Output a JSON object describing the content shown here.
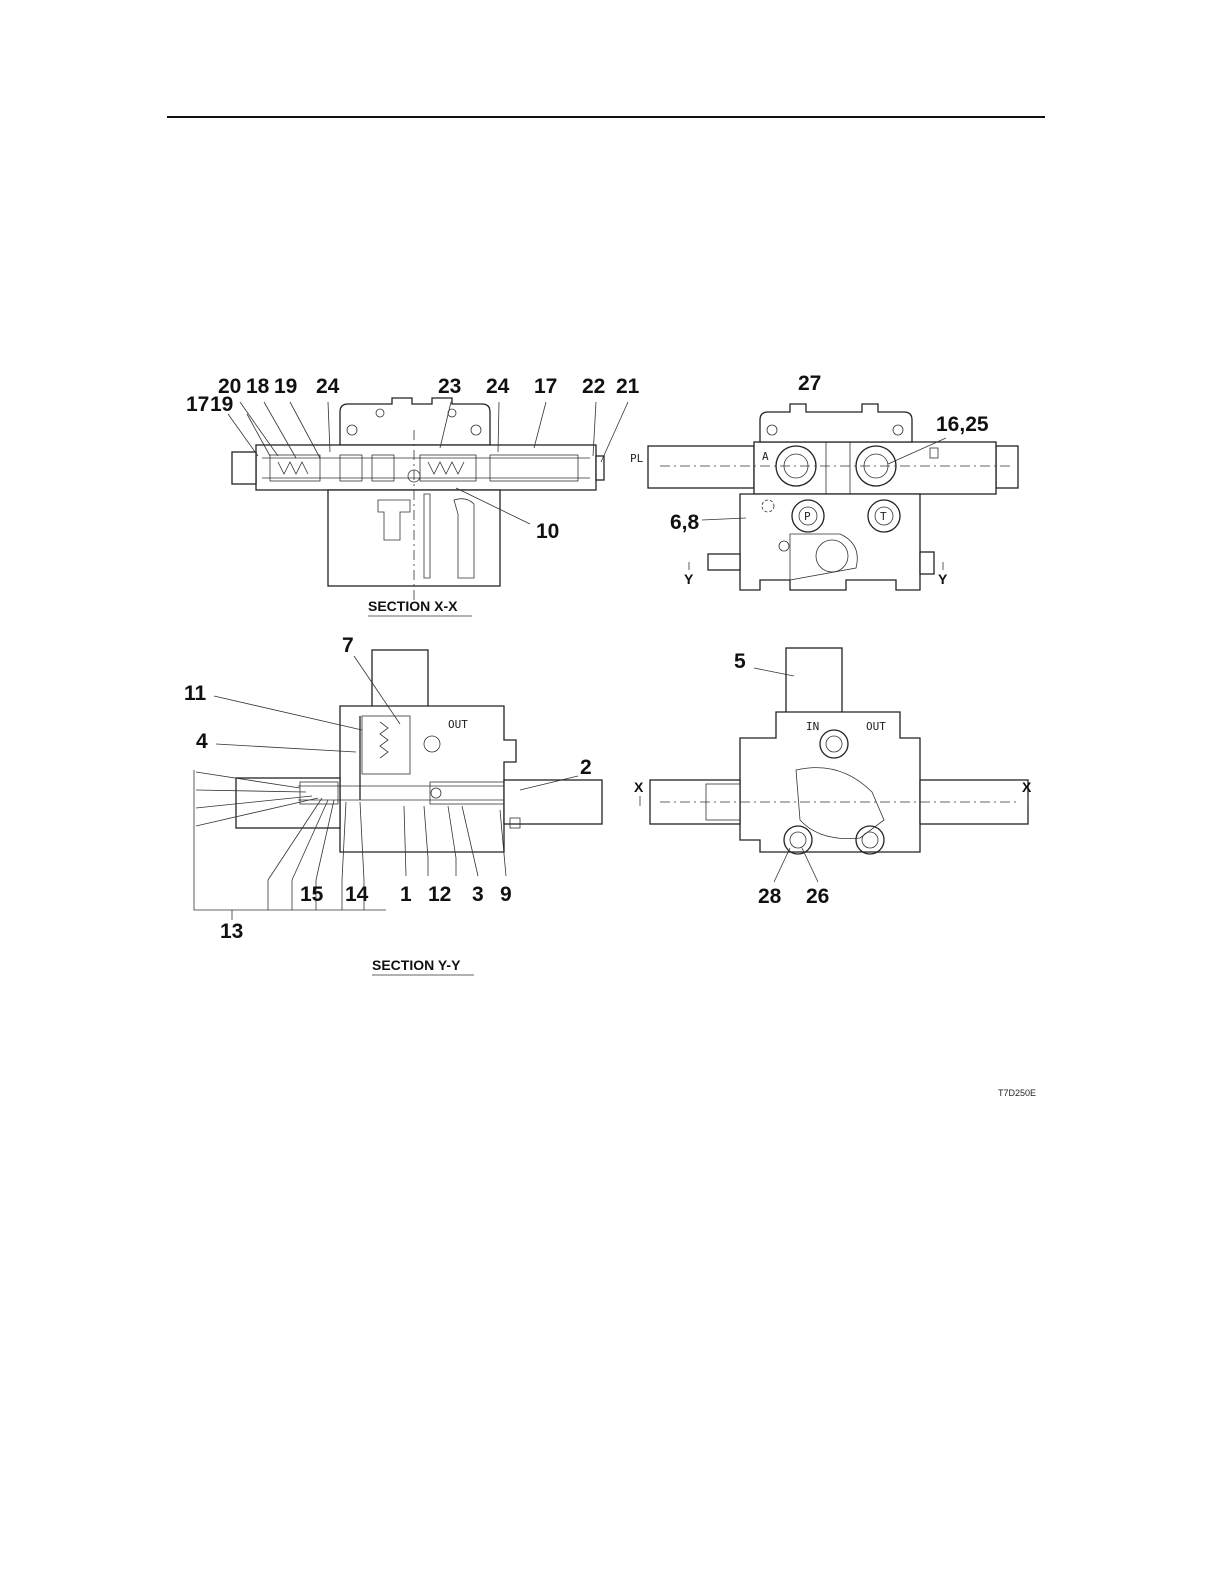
{
  "figure": {
    "section_xx_callouts": [
      "20",
      "18",
      "19",
      "24",
      "23",
      "24",
      "17",
      "22",
      "21",
      "17",
      "19",
      "10"
    ],
    "top_right_callouts": [
      "27",
      "16,25",
      "6,8"
    ],
    "section_yy_callouts": [
      "7",
      "11",
      "4",
      "2",
      "15",
      "14",
      "1",
      "12",
      "3",
      "9",
      "13"
    ],
    "bottom_right_callouts": [
      "5",
      "28",
      "26"
    ],
    "section_markers": {
      "y": "Y",
      "x": "X"
    },
    "port_labels": {
      "pl": "PL",
      "a": "A",
      "p": "P",
      "t": "T",
      "in": "IN",
      "out": "OUT"
    },
    "captions": {
      "section_xx": "SECTION  X-X",
      "section_yy": "SECTION  Y-Y"
    },
    "figure_code": "T7D250E"
  }
}
